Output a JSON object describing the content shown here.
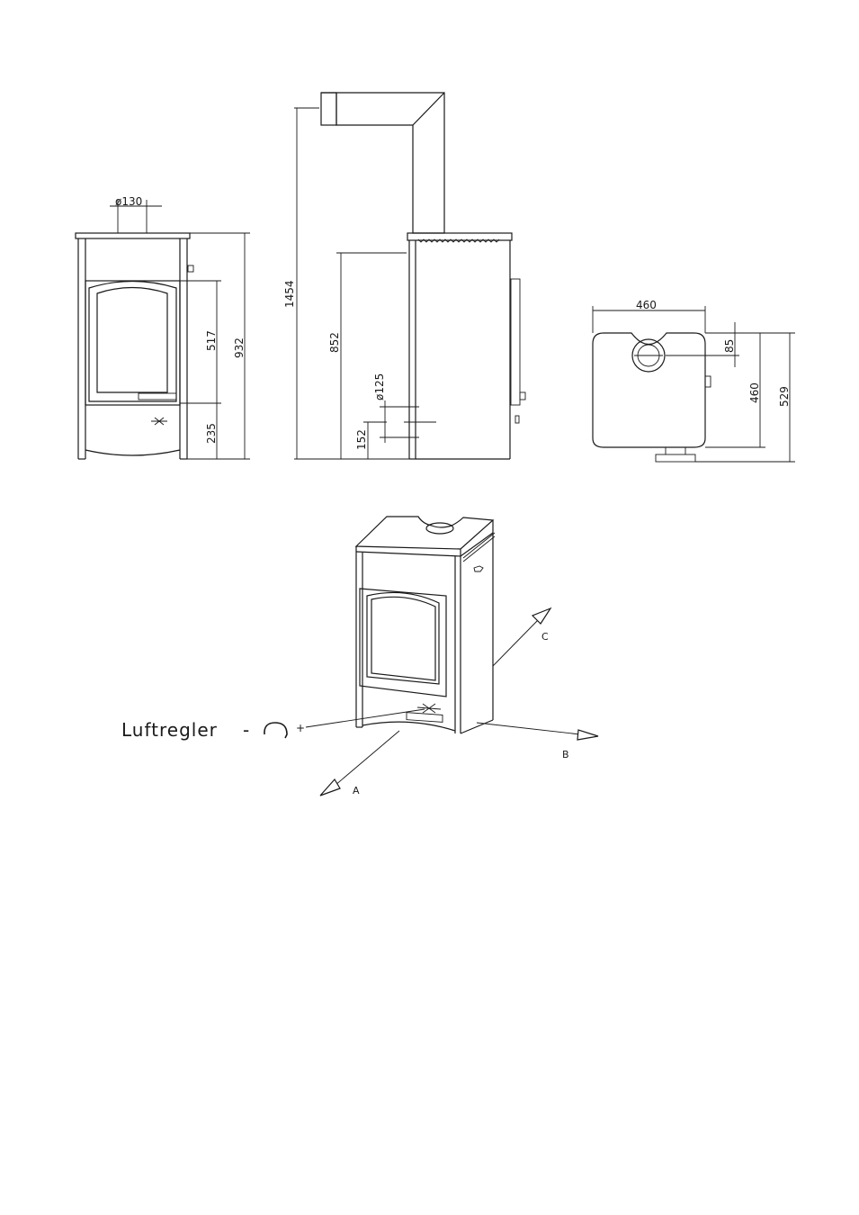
{
  "front_view": {
    "flue_diameter": "ø130",
    "door_height": "517",
    "total_height": "932",
    "base_height": "235"
  },
  "side_view": {
    "flue_total_height": "1454",
    "rear_outlet_height": "852",
    "inlet_diameter": "ø125",
    "inlet_height": "152"
  },
  "top_view": {
    "width": "460",
    "flue_offset": "85",
    "depth": "460",
    "depth_total": "529"
  },
  "perspective_view": {
    "air_control_label": "Luftregler",
    "minus_sign": "-",
    "plus_sign": "+",
    "axis_a": "A",
    "axis_b": "B",
    "axis_c": "C"
  }
}
